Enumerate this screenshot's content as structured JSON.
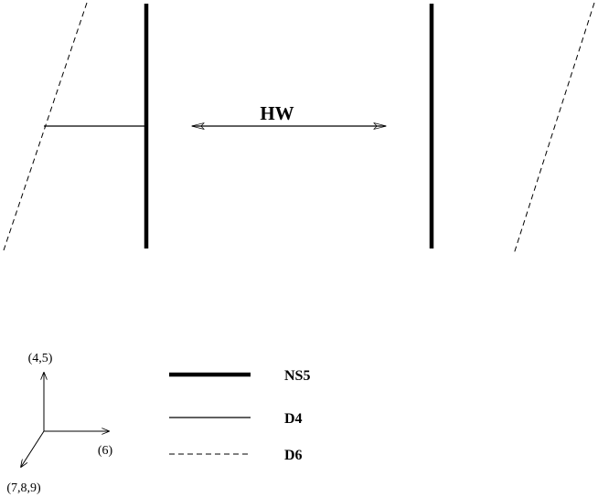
{
  "diagram": {
    "gap_label": "HW",
    "axes": {
      "vertical_label": "(4,5)",
      "horizontal_label": "(6)",
      "diagonal_label": "(7,8,9)"
    },
    "legend": [
      {
        "label": "NS5",
        "style": "thick-solid"
      },
      {
        "label": "D4",
        "style": "thin-solid"
      },
      {
        "label": "D6",
        "style": "dashed"
      }
    ]
  }
}
